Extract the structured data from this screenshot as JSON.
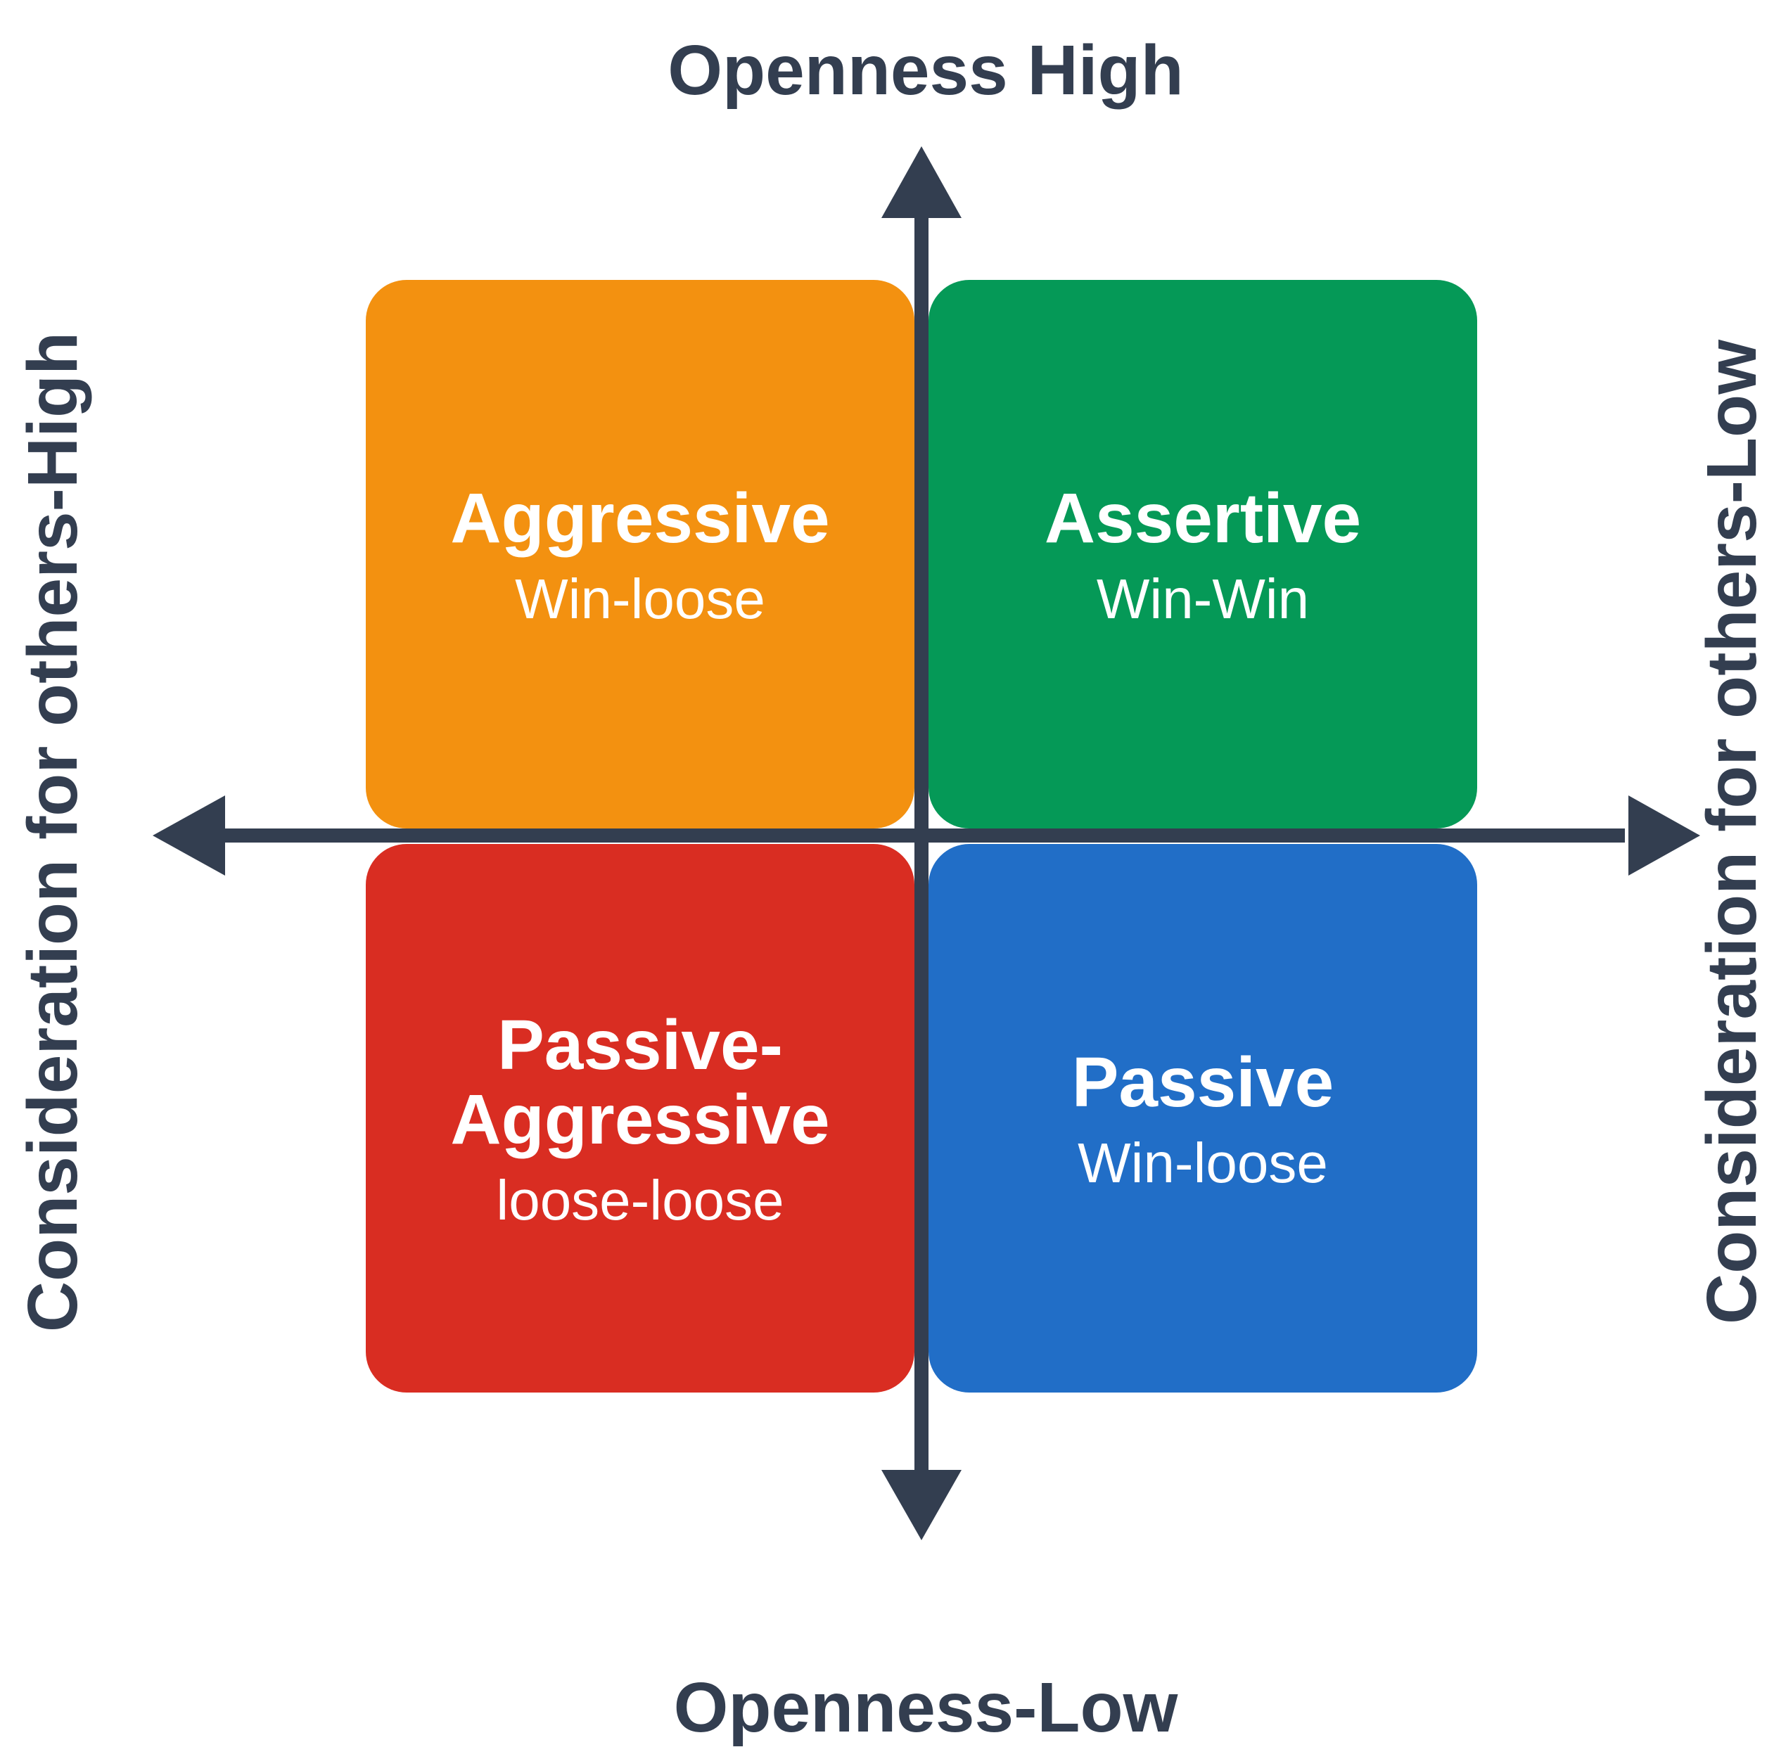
{
  "axes": {
    "top": "Openness High",
    "bottom": "Openness-Low",
    "left": "Consideration for others-High",
    "right": "Consideration for others-Low",
    "color": "#333e50"
  },
  "quadrants": {
    "top_left": {
      "title": "Aggressive",
      "subtitle": "Win-loose",
      "color": "#f39110"
    },
    "top_right": {
      "title": "Assertive",
      "subtitle": "Win-Win",
      "color": "#059957"
    },
    "bottom_left": {
      "title_line1": "Passive-",
      "title_line2": "Aggressive",
      "subtitle": "loose-loose",
      "color": "#d92d22"
    },
    "bottom_right": {
      "title": "Passive",
      "subtitle": "Win-loose",
      "color": "#216ec7"
    }
  }
}
